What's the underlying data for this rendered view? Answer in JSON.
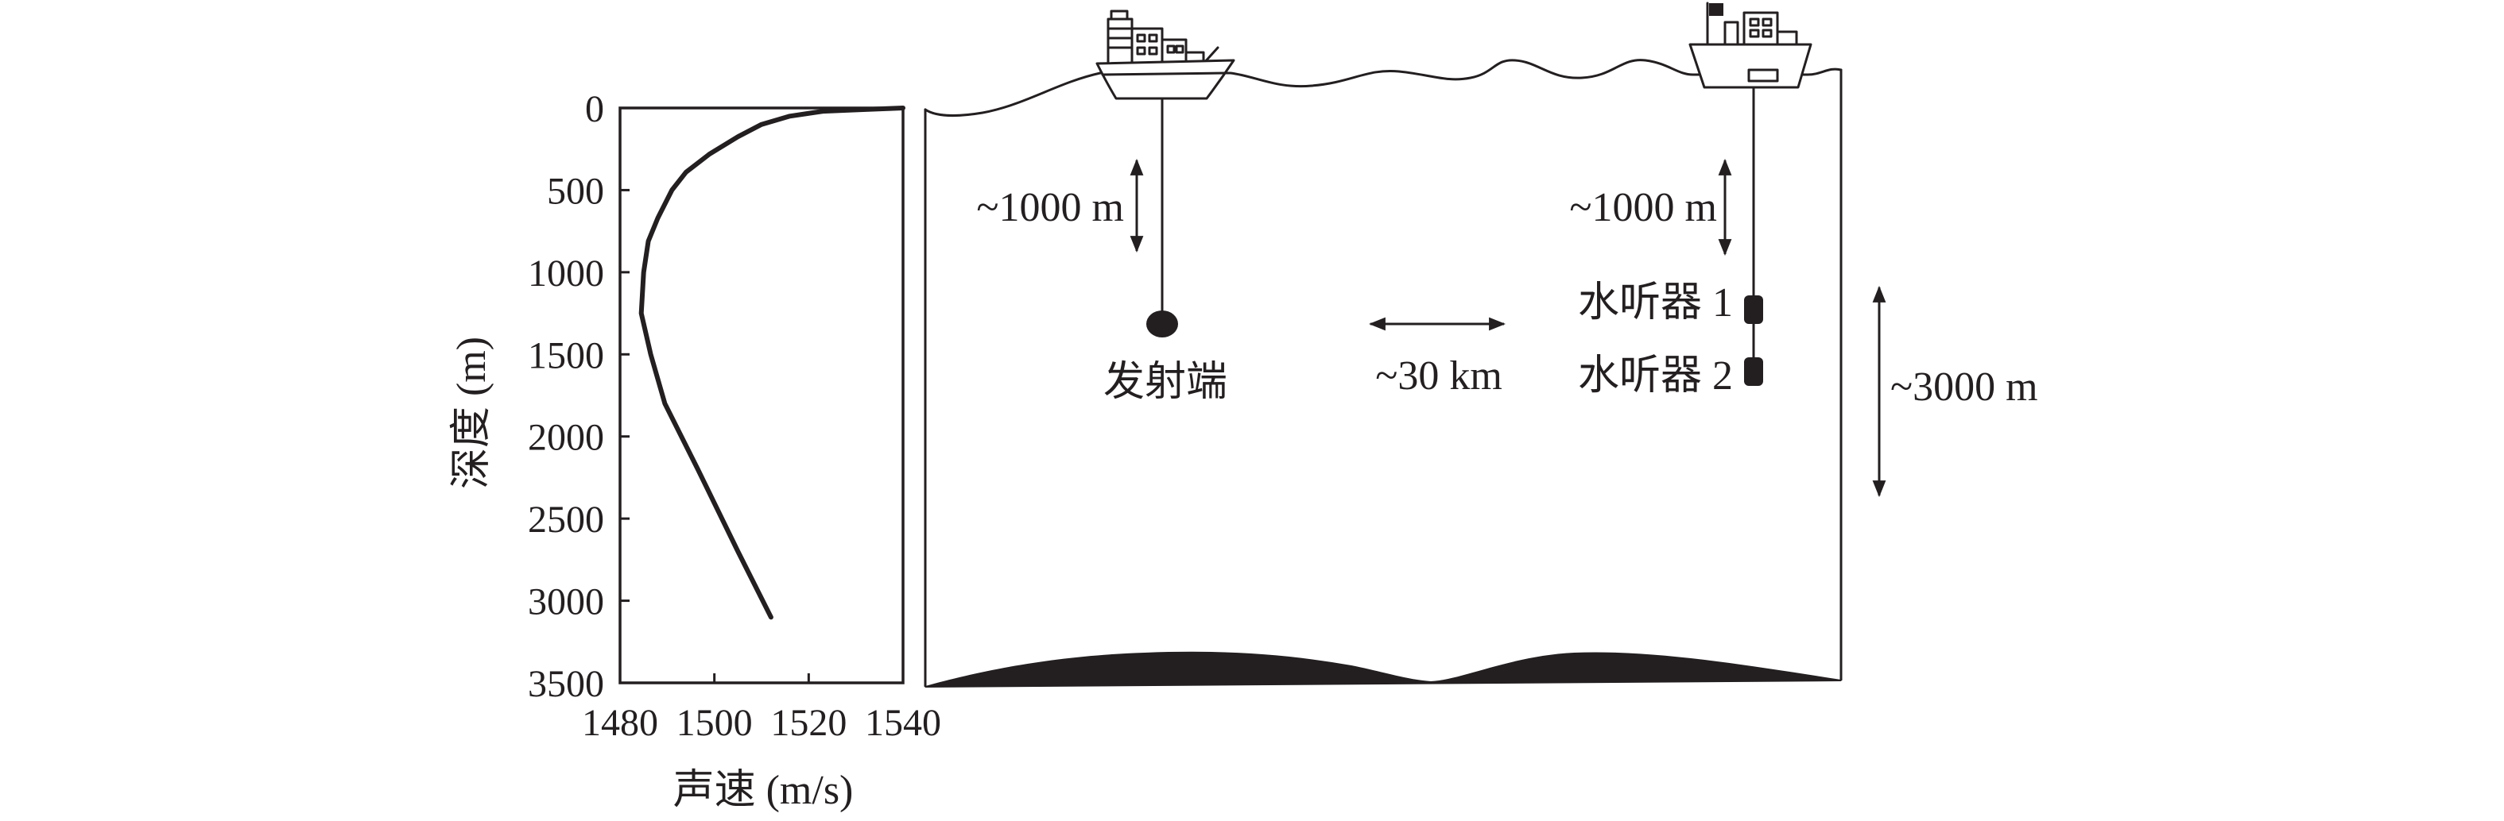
{
  "chart_data": {
    "type": "line",
    "xlabel": "声速 (m/s)",
    "ylabel": "深度 (m)",
    "xlim": [
      1480,
      1540
    ],
    "ylim": [
      0,
      3500
    ],
    "y_inverted": true,
    "grid": false,
    "x_ticks": [
      1480,
      1500,
      1520,
      1540
    ],
    "y_ticks": [
      0,
      500,
      1000,
      1500,
      2000,
      2500,
      3000,
      3500
    ],
    "series": [
      {
        "x": [
          1540,
          1531,
          1523,
          1516,
          1510,
          1505,
          1499,
          1494,
          1491,
          1488,
          1486,
          1485,
          1484.5,
          1486.5,
          1489.5,
          1496.5,
          1505,
          1512
        ],
        "y": [
          0,
          10,
          20,
          50,
          100,
          175,
          280,
          390,
          500,
          670,
          810,
          1000,
          1250,
          1500,
          1800,
          2200,
          2700,
          3100
        ]
      }
    ]
  },
  "diagram": {
    "labels": {
      "transmitter": "发射端",
      "left_depth": "~1000 m",
      "right_depth": "~1000 m",
      "range": "~30 km",
      "hydrophone_1": "水听器 1",
      "hydrophone_2": "水听器 2",
      "water_depth": "~3000 m"
    },
    "icons": {
      "left_ship": "ship-icon",
      "right_ship": "ship-icon",
      "transmitter": "transmitter-icon",
      "hydrophone": "hydrophone-icon"
    },
    "colors": {
      "ink": "#231f20",
      "paper": "#ffffff"
    }
  }
}
